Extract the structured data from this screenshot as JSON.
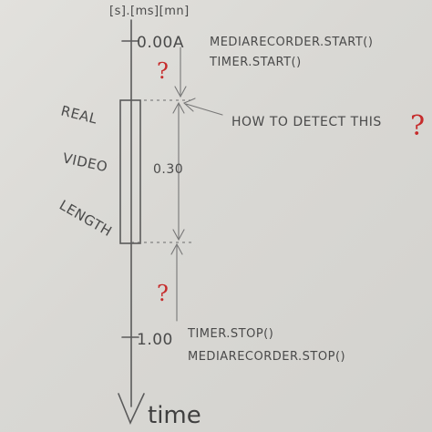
{
  "units_label": "[s].[ms][mn]",
  "timeline": {
    "start_value": "0.00A",
    "end_value": "1.00"
  },
  "start_calls": {
    "line1": "MEDIARECORDER.START()",
    "line2": "TIMER.START()"
  },
  "stop_calls": {
    "line1": "TIMER.STOP()",
    "line2": "MEDIARECORDER.STOP()"
  },
  "question": {
    "text": "HOW TO DETECT THIS",
    "mark": "?"
  },
  "unknown_marks": {
    "top": "?",
    "bottom": "?"
  },
  "video_block_label": {
    "word1": "REAL",
    "word2": "VIDEO",
    "word3": "LENGTH"
  },
  "duration_value": "0.30",
  "axis_label": "time",
  "colors": {
    "pencil": "#5a5a5a",
    "red_ink": "#c62b2b",
    "paper": "#dcdbd7"
  },
  "icons": [
    "down-arrow-icon",
    "up-arrow-icon",
    "left-arrow-icon"
  ]
}
